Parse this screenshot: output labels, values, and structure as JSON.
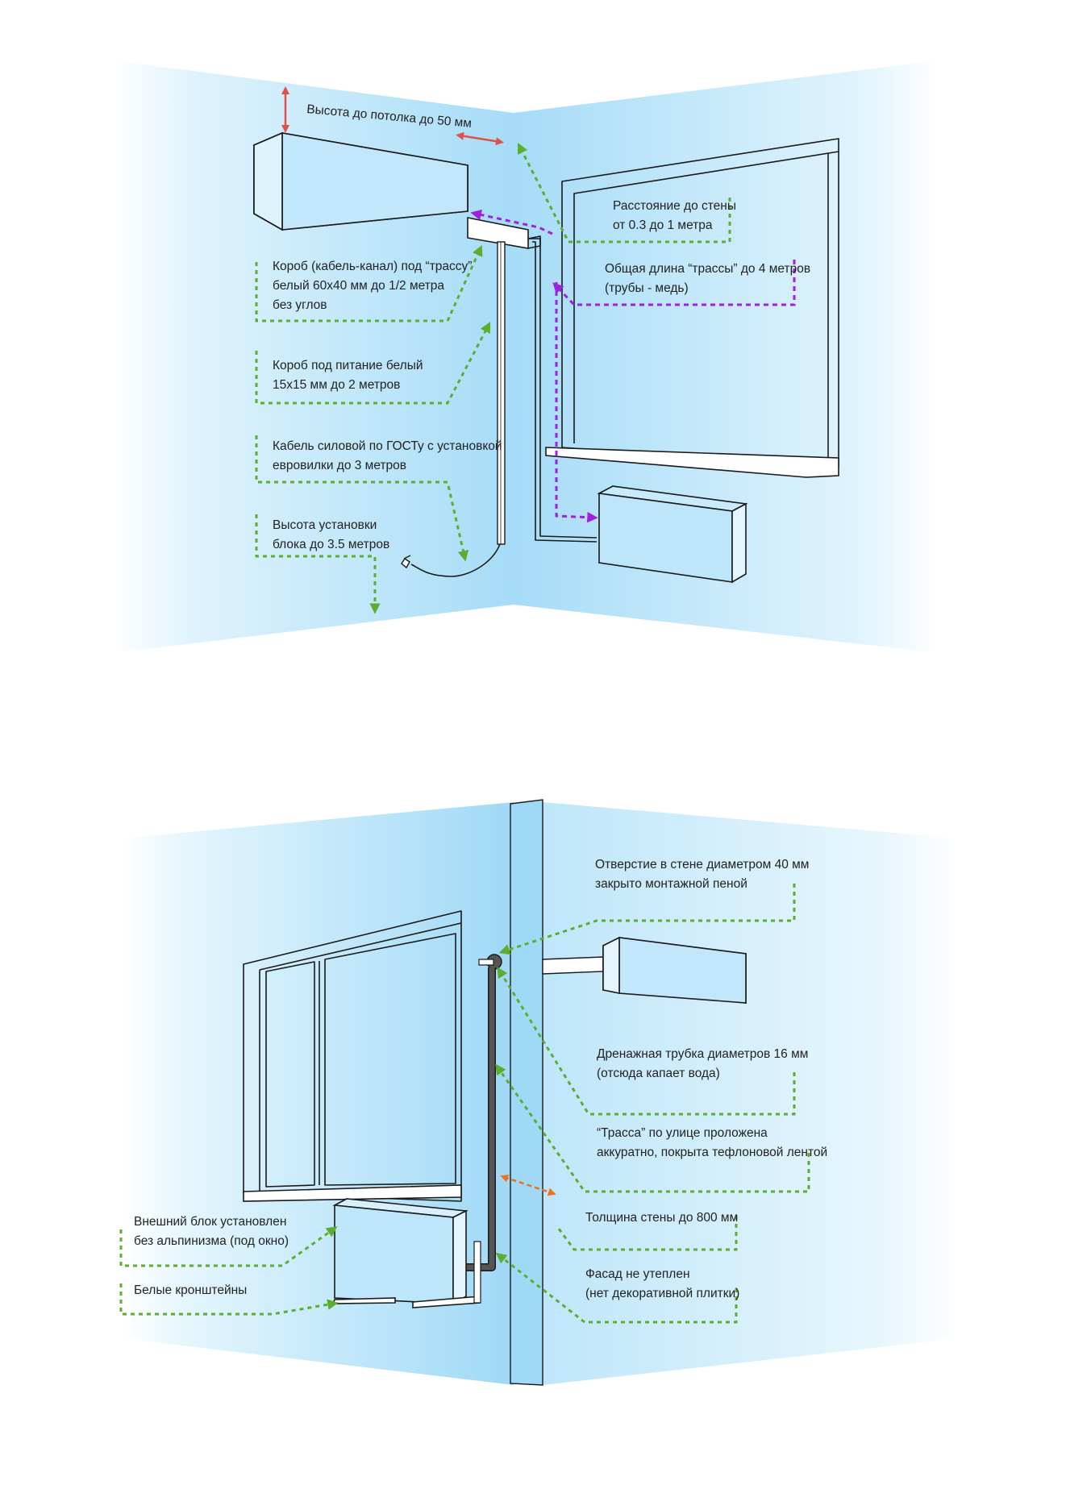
{
  "colors": {
    "wall_blue": "#a8ddf7",
    "guide_green": "#5cae2e",
    "guide_violet": "#a020e0",
    "dim_red": "#e0504a",
    "dim_orange": "#f07020",
    "outline": "#1a1a1a",
    "text": "#222222",
    "pipe": "#555555"
  },
  "indoor": {
    "ceiling_gap": "Высота до потолка до 50 мм",
    "wall_distance": [
      "Расстояние до стены",
      "от 0.3 до 1 метра"
    ],
    "route_length": [
      "Общая длина “трассы” до 4 метров",
      "(трубы - медь)"
    ],
    "cable_channel": [
      "Короб (кабель-канал) под “трассу”",
      "белый 60х40 мм до 1/2 метра",
      "без углов"
    ],
    "power_box": [
      "Короб под питание белый",
      "15х15 мм до 2 метров"
    ],
    "power_cable": [
      "Кабель силовой по ГОСТу с установкой",
      "евровилки до 3 метров"
    ],
    "install_height": [
      "Высота установки",
      "блока до 3.5 метров"
    ]
  },
  "outdoor": {
    "wall_hole": [
      "Отверстие в стене диаметром 40 мм",
      "закрыто монтажной пеной"
    ],
    "drain_tube": [
      "Дренажная трубка диаметров 16 мм",
      "(отсюда капает вода)"
    ],
    "route_outside": [
      "“Трасса” по улице проложена",
      "аккуратно, покрыта тефлоновой лентой"
    ],
    "wall_thickness": "Толщина стены до 800 мм",
    "facade": [
      "Фасад не утеплен",
      "(нет декоративной плитки)"
    ],
    "outdoor_unit": [
      "Внешний блок установлен",
      "без альпинизма (под окно)"
    ],
    "brackets": "Белые кронштейны"
  }
}
